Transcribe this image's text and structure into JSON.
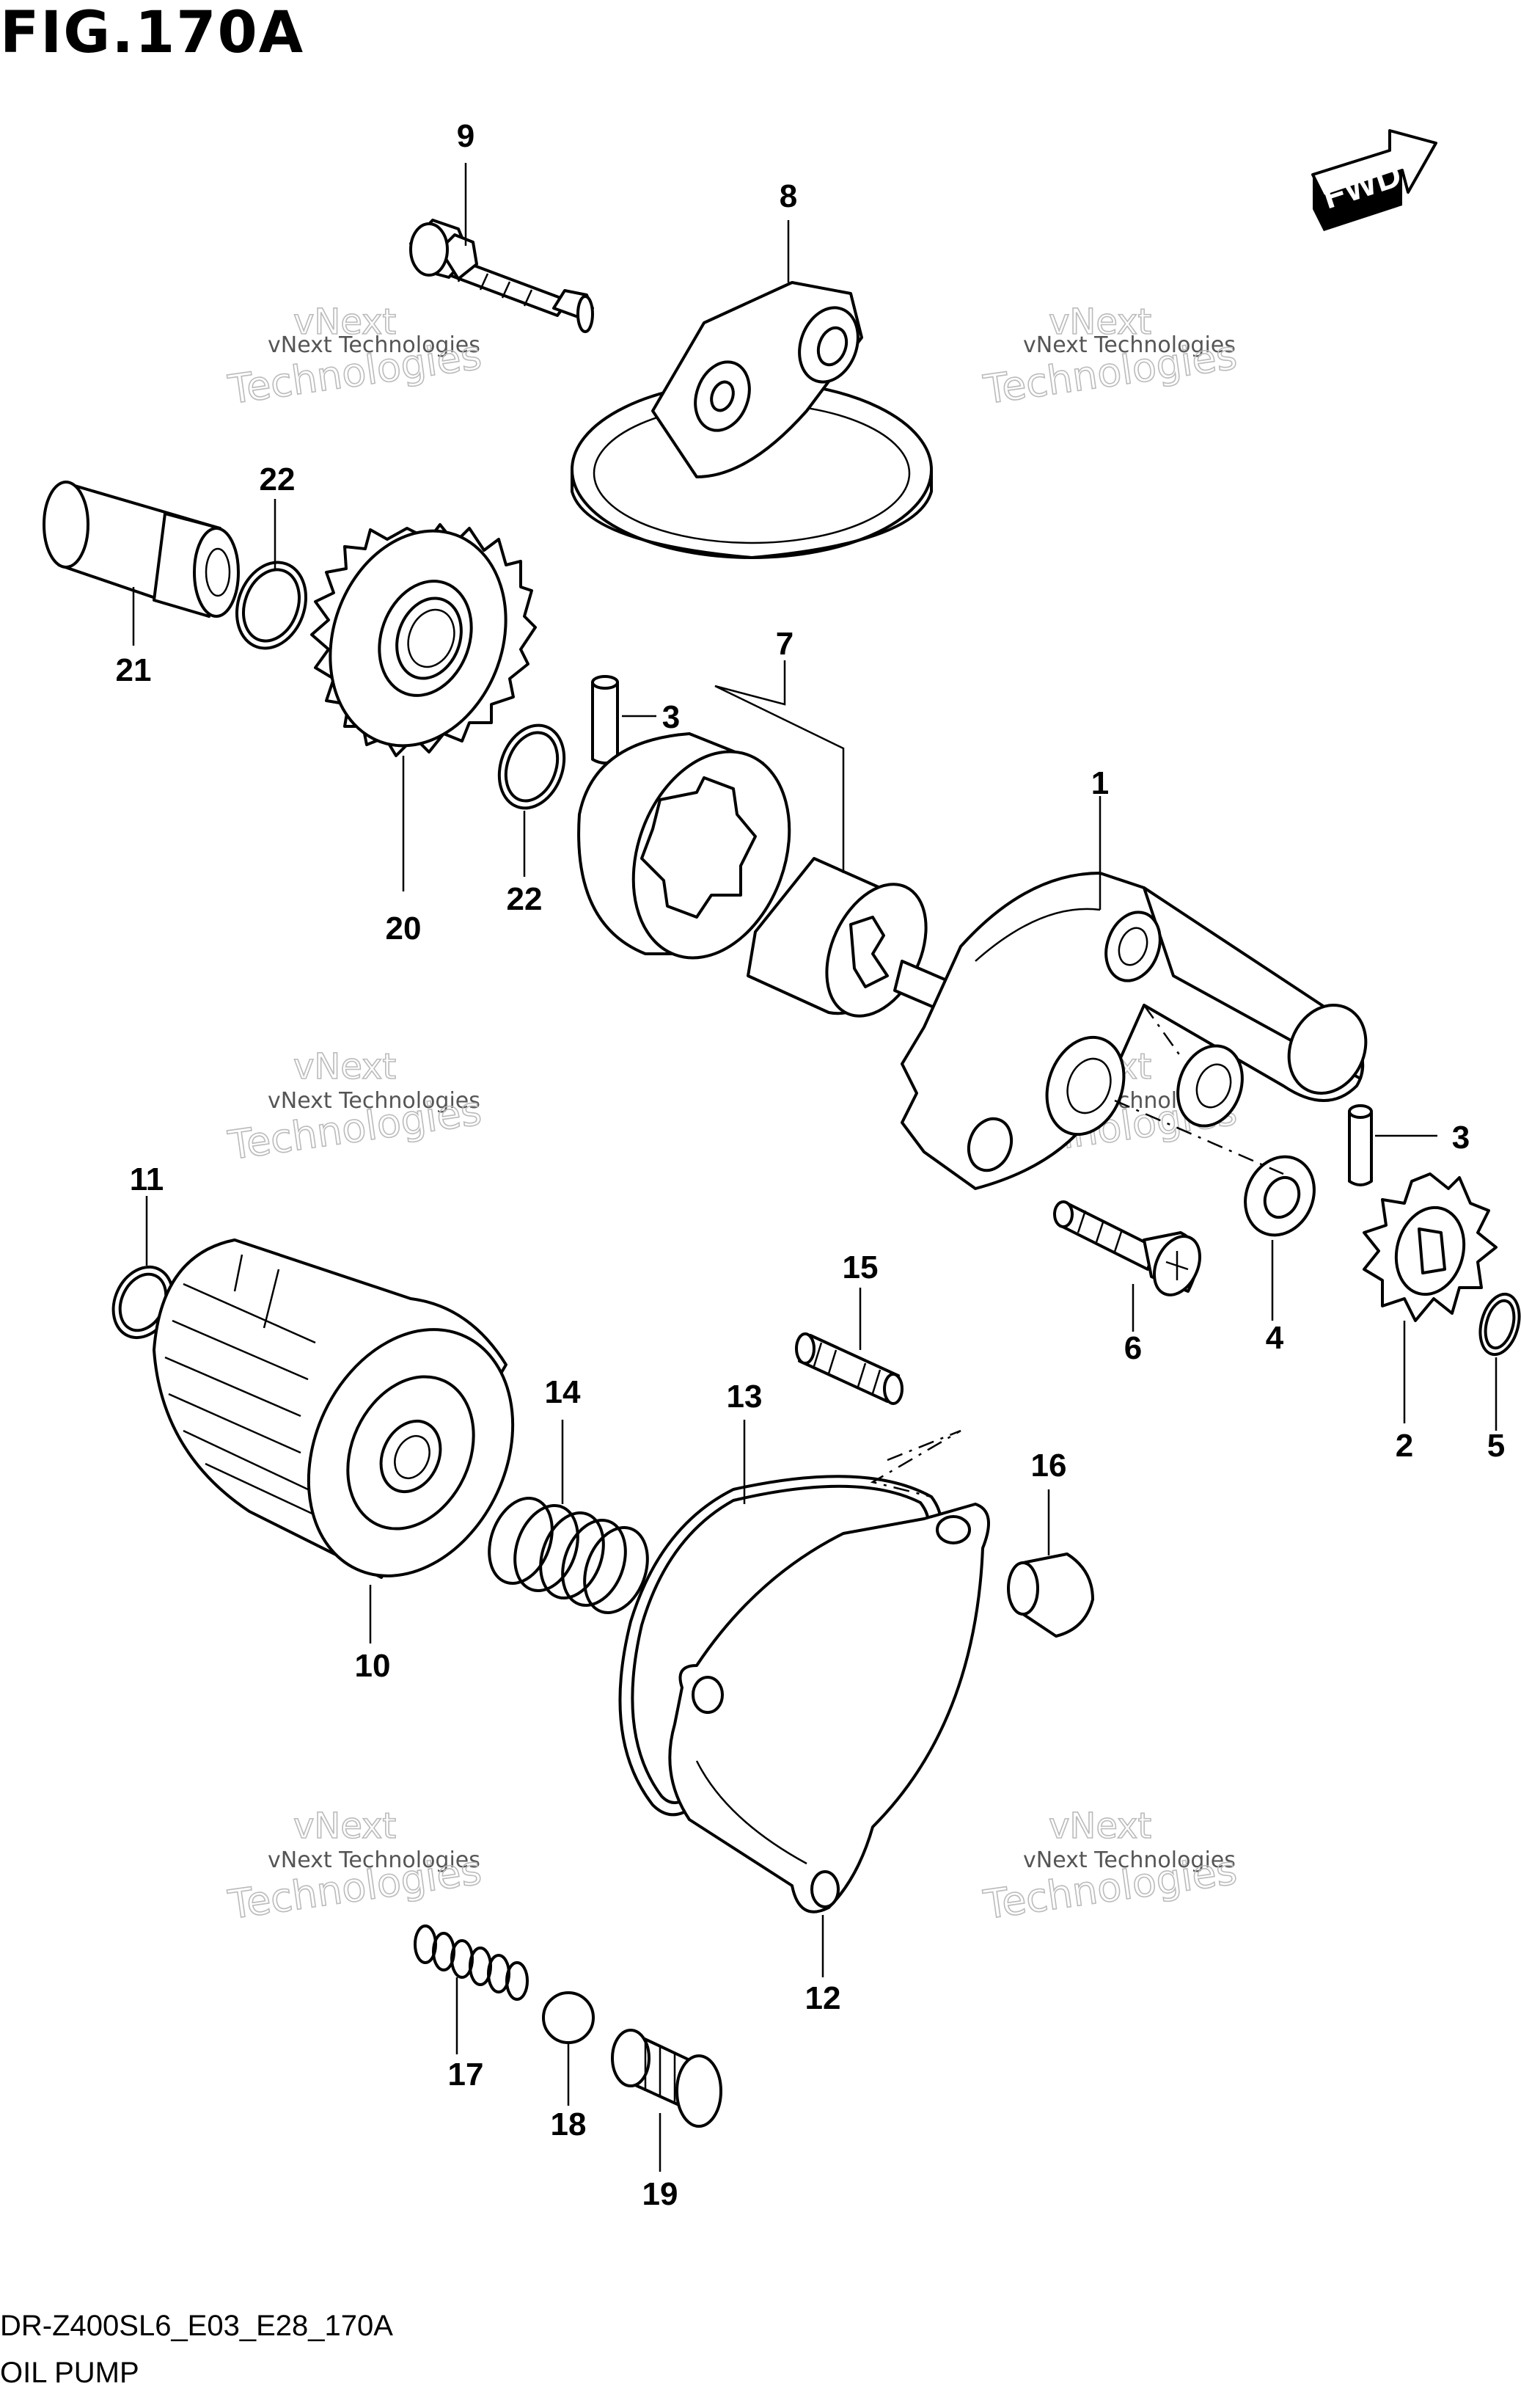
{
  "figure": {
    "title": "FIG.170A",
    "code": "DR-Z400SL6_E03_E28_170A",
    "name": "OIL PUMP",
    "direction_label": "FWD"
  },
  "watermark": {
    "line1": "vNext Technologies",
    "line2": "vNext",
    "line3": "Technologies"
  },
  "callouts": [
    {
      "label": "9"
    },
    {
      "label": "8"
    },
    {
      "label": "22"
    },
    {
      "label": "21"
    },
    {
      "label": "7"
    },
    {
      "label": "3"
    },
    {
      "label": "20"
    },
    {
      "label": "22"
    },
    {
      "label": "1"
    },
    {
      "label": "3"
    },
    {
      "label": "11"
    },
    {
      "label": "15"
    },
    {
      "label": "6"
    },
    {
      "label": "4"
    },
    {
      "label": "2"
    },
    {
      "label": "5"
    },
    {
      "label": "14"
    },
    {
      "label": "13"
    },
    {
      "label": "16"
    },
    {
      "label": "10"
    },
    {
      "label": "12"
    },
    {
      "label": "17"
    },
    {
      "label": "18"
    },
    {
      "label": "19"
    }
  ]
}
